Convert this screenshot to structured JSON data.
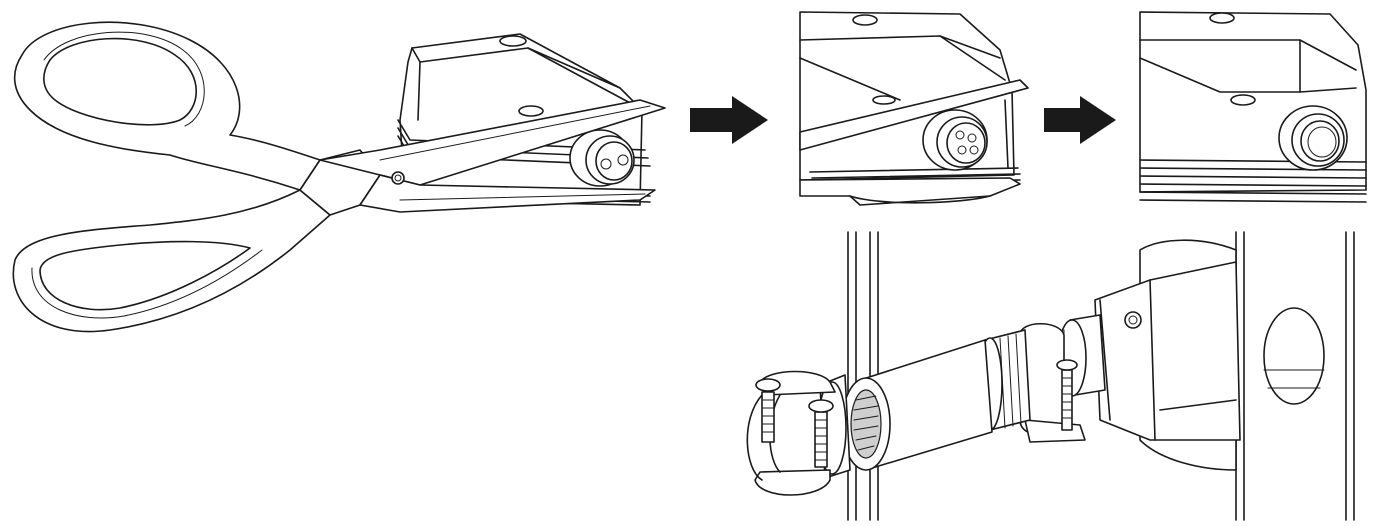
{
  "diagram": {
    "steps": [
      {
        "name": "cut-cap-with-scissors"
      },
      {
        "name": "cap-cut-off"
      },
      {
        "name": "open-port"
      }
    ],
    "detail": {
      "name": "conduit-through-wall-installation"
    },
    "colors": {
      "line": "#1a1a1a",
      "background": "#ffffff"
    }
  }
}
